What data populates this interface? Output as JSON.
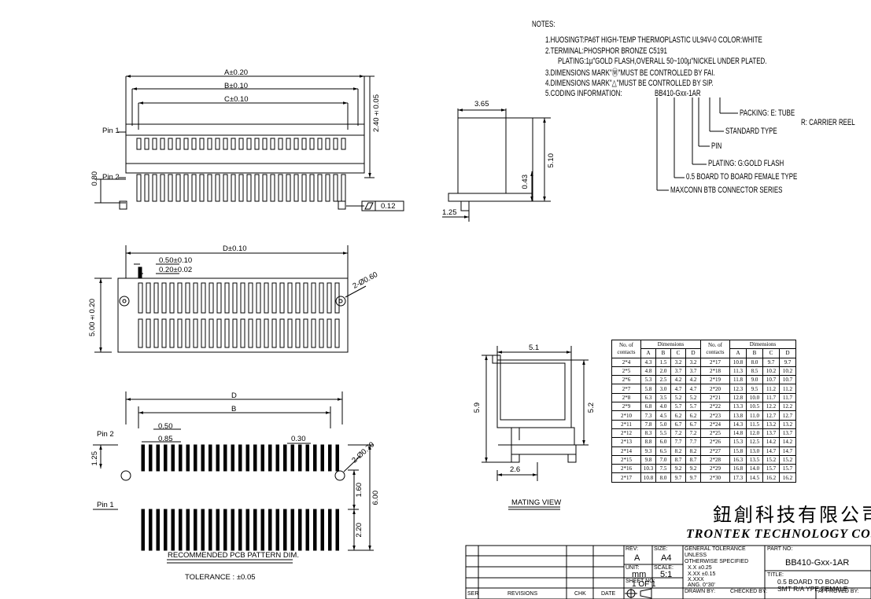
{
  "notes": {
    "header": "NOTES:",
    "lines": [
      "1.HUOSINGT:PA6T HIGH-TEMP THERMOPLASTIC UL94V-0 COLOR:WHITE",
      "2.TERMINAL:PHOSPHOR BRONZE C5191",
      "PLATING:1µ\"GOLD FLASH,OVERALL 50~100µ\"NICKEL UNDER PLATED.",
      "3.DIMENSIONS MARK\"Ⓜ\"MUST BE CONTROLLED BY FAI.",
      "4.DIMENSIONS MARK\"△\"MUST BE CONTROLLED BY SIP.",
      "5.CODING INFORMATION:"
    ],
    "code": "BB410-Gxx-1AR",
    "callouts": [
      "PACKING: E: TUBE",
      "R: CARRIER REEL",
      "STANDARD TYPE",
      "PIN",
      "PLATING: G:GOLD FLASH",
      "0.5 BOARD TO BOARD FEMALE TYPE",
      "MAXCONN BTB CONNECTOR SERIES"
    ]
  },
  "top_view": {
    "dim_a": "A±0.20",
    "dim_b": "B±0.10",
    "dim_c": "C±0.10",
    "dim_240": "2.40±0.05",
    "dim_080": "0.80",
    "pin1": "Pin 1",
    "pin2": "Pin 2",
    "flatness": "0.12"
  },
  "side_view": {
    "dim_365": "3.65",
    "dim_510": "5.10",
    "dim_043": "0.43",
    "dim_125": "1.25"
  },
  "bottom_view": {
    "dim_d": "D±0.10",
    "dim_050": "0.50±0.10",
    "dim_020": "0.20±0.02",
    "dim_500": "5.00±0.20",
    "hole": "2-Ø0.60"
  },
  "pcb_pattern": {
    "dim_d": "D",
    "dim_b": "B",
    "dim_050": "0.50",
    "dim_085": "0.85",
    "dim_030": "0.30",
    "dim_125": "1.25",
    "dim_160": "1.60",
    "dim_600": "6.00",
    "dim_220": "2.20",
    "hole": "2-Ø0.70",
    "pin1": "Pin 1",
    "pin2": "Pin 2",
    "caption": "RECOMMENDED PCB PATTERN DIM.",
    "tolerance": "TOLERANCE : ±0.05"
  },
  "mating_view": {
    "dim_51": "5.1",
    "dim_59": "5.9",
    "dim_52": "5.2",
    "dim_26": "2.6",
    "caption": "MATING VIEW"
  },
  "dimension_table": {
    "header_contacts": "No. of contacts",
    "header_dimensions": "Dimensions",
    "cols": [
      "A",
      "B",
      "C",
      "D"
    ],
    "left": [
      [
        "2*4",
        "4.3",
        "1.5",
        "3.2",
        "3.2"
      ],
      [
        "2*5",
        "4.8",
        "2.0",
        "3.7",
        "3.7"
      ],
      [
        "2*6",
        "5.3",
        "2.5",
        "4.2",
        "4.2"
      ],
      [
        "2*7",
        "5.8",
        "3.0",
        "4.7",
        "4.7"
      ],
      [
        "2*8",
        "6.3",
        "3.5",
        "5.2",
        "5.2"
      ],
      [
        "2*9",
        "6.8",
        "4.0",
        "5.7",
        "5.7"
      ],
      [
        "2*10",
        "7.3",
        "4.5",
        "6.2",
        "6.2"
      ],
      [
        "2*11",
        "7.8",
        "5.0",
        "6.7",
        "6.7"
      ],
      [
        "2*12",
        "8.3",
        "5.5",
        "7.2",
        "7.2"
      ],
      [
        "2*13",
        "8.8",
        "6.0",
        "7.7",
        "7.7"
      ],
      [
        "2*14",
        "9.3",
        "6.5",
        "8.2",
        "8.2"
      ],
      [
        "2*15",
        "9.8",
        "7.0",
        "8.7",
        "8.7"
      ],
      [
        "2*16",
        "10.3",
        "7.5",
        "9.2",
        "9.2"
      ],
      [
        "2*17",
        "10.8",
        "8.0",
        "9.7",
        "9.7"
      ]
    ],
    "right": [
      [
        "2*17",
        "10.8",
        "8.0",
        "9.7",
        "9.7"
      ],
      [
        "2*18",
        "11.3",
        "8.5",
        "10.2",
        "10.2"
      ],
      [
        "2*19",
        "11.8",
        "9.0",
        "10.7",
        "10.7"
      ],
      [
        "2*20",
        "12.3",
        "9.5",
        "11.2",
        "11.2"
      ],
      [
        "2*21",
        "12.8",
        "10.0",
        "11.7",
        "11.7"
      ],
      [
        "2*22",
        "13.3",
        "10.5",
        "12.2",
        "12.2"
      ],
      [
        "2*23",
        "13.8",
        "11.0",
        "12.7",
        "12.7"
      ],
      [
        "2*24",
        "14.3",
        "11.5",
        "13.2",
        "13.2"
      ],
      [
        "2*25",
        "14.8",
        "12.0",
        "13.7",
        "13.7"
      ],
      [
        "2*26",
        "15.3",
        "12.5",
        "14.2",
        "14.2"
      ],
      [
        "2*27",
        "15.8",
        "13.0",
        "14.7",
        "14.7"
      ],
      [
        "2*28",
        "16.3",
        "13.5",
        "15.2",
        "15.2"
      ],
      [
        "2*29",
        "16.8",
        "14.0",
        "15.7",
        "15.7"
      ],
      [
        "2*30",
        "17.3",
        "14.5",
        "16.2",
        "16.2"
      ]
    ]
  },
  "company": {
    "chinese": "鈕創科技有限公司",
    "english": "TRONTEK TECHNOLOGY CO.,LTD."
  },
  "title_block": {
    "rev_label": "REV:",
    "rev": "A",
    "size_label": "SIZE:",
    "size": "A4",
    "unit_label": "UNIT:",
    "unit": "mm",
    "scale_label": "SCALE:",
    "scale": "5:1",
    "sheet_label": "SHEET NO:",
    "sheet": "1 OF 1",
    "tol_title": "GENERAL TOLERANCE",
    "tol_unless": "UNLESS",
    "tol_otherwise": "OTHERWISE SPECIFIED",
    "tol_xx": "X.X  ±0.25",
    "tol_xxx": "X.XX  ±0.15",
    "tol_xxxx": "X.XXX",
    "tol_ang": "ANG.  0°30'",
    "part_label": "PART NO:",
    "part": "BB410-Gxx-1AR",
    "title_label": "TITLE:",
    "title1": "0.5 BOARD TO BOARD",
    "title2": "SMT R/A YPE FEMALE",
    "drawn_label": "DRAWN BY:",
    "checked_label": "CHECKED BY:",
    "approved_label": "APPROVED BY:",
    "rev_cols": [
      "SER",
      "REVISIONS",
      "CHK",
      "DATE"
    ]
  }
}
